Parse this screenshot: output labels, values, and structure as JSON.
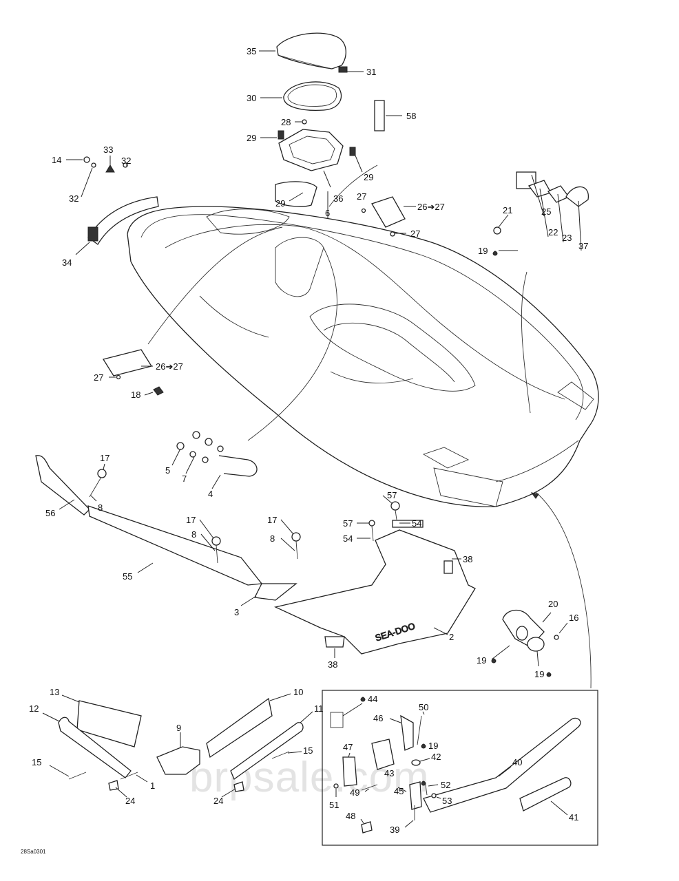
{
  "drawing_code": "28Sa0301",
  "watermark": "brpsale.com",
  "callouts": [
    {
      "id": "c35",
      "text": "35"
    },
    {
      "id": "c31",
      "text": "31"
    },
    {
      "id": "c30",
      "text": "30"
    },
    {
      "id": "c58",
      "text": "58"
    },
    {
      "id": "c28",
      "text": "28"
    },
    {
      "id": "c29a",
      "text": "29"
    },
    {
      "id": "c29b",
      "text": "29"
    },
    {
      "id": "c29c",
      "text": "29"
    },
    {
      "id": "c36",
      "text": "36"
    },
    {
      "id": "c33",
      "text": "33"
    },
    {
      "id": "c32a",
      "text": "32"
    },
    {
      "id": "c14",
      "text": "14"
    },
    {
      "id": "c32b",
      "text": "32"
    },
    {
      "id": "c34",
      "text": "34"
    },
    {
      "id": "c27a",
      "text": "27"
    },
    {
      "id": "c2627a",
      "text": "26➔27"
    },
    {
      "id": "c27b",
      "text": "27"
    },
    {
      "id": "c6",
      "text": "6"
    },
    {
      "id": "c21",
      "text": "21"
    },
    {
      "id": "c25",
      "text": "25"
    },
    {
      "id": "c22",
      "text": "22"
    },
    {
      "id": "c23",
      "text": "23"
    },
    {
      "id": "c37",
      "text": "37"
    },
    {
      "id": "c19a",
      "text": "19"
    },
    {
      "id": "c2627b",
      "text": "26➔27"
    },
    {
      "id": "c27c",
      "text": "27"
    },
    {
      "id": "c18",
      "text": "18"
    },
    {
      "id": "c5",
      "text": "5"
    },
    {
      "id": "c7",
      "text": "7"
    },
    {
      "id": "c4",
      "text": "4"
    },
    {
      "id": "c17a",
      "text": "17"
    },
    {
      "id": "c8a",
      "text": "8"
    },
    {
      "id": "c56",
      "text": "56"
    },
    {
      "id": "c57a",
      "text": "57"
    },
    {
      "id": "c54a",
      "text": "54"
    },
    {
      "id": "c57b",
      "text": "57"
    },
    {
      "id": "c54b",
      "text": "54"
    },
    {
      "id": "c17b",
      "text": "17"
    },
    {
      "id": "c8b",
      "text": "8"
    },
    {
      "id": "c17c",
      "text": "17"
    },
    {
      "id": "c8c",
      "text": "8"
    },
    {
      "id": "c38a",
      "text": "38"
    },
    {
      "id": "c55",
      "text": "55"
    },
    {
      "id": "c3",
      "text": "3"
    },
    {
      "id": "c2",
      "text": "2"
    },
    {
      "id": "c38b",
      "text": "38"
    },
    {
      "id": "c20",
      "text": "20"
    },
    {
      "id": "c16",
      "text": "16"
    },
    {
      "id": "c19b",
      "text": "19"
    },
    {
      "id": "c19c",
      "text": "19"
    },
    {
      "id": "c13",
      "text": "13"
    },
    {
      "id": "c12",
      "text": "12"
    },
    {
      "id": "c10",
      "text": "10"
    },
    {
      "id": "c11",
      "text": "11"
    },
    {
      "id": "c9",
      "text": "9"
    },
    {
      "id": "c15a",
      "text": "15"
    },
    {
      "id": "c15b",
      "text": "15"
    },
    {
      "id": "c1",
      "text": "1"
    },
    {
      "id": "c24a",
      "text": "24"
    },
    {
      "id": "c24b",
      "text": "24"
    },
    {
      "id": "c44",
      "text": "44"
    },
    {
      "id": "c50",
      "text": "50"
    },
    {
      "id": "c46",
      "text": "46"
    },
    {
      "id": "c19d",
      "text": "19"
    },
    {
      "id": "c47",
      "text": "47"
    },
    {
      "id": "c42",
      "text": "42"
    },
    {
      "id": "c43",
      "text": "43"
    },
    {
      "id": "c40",
      "text": "40"
    },
    {
      "id": "c52",
      "text": "52"
    },
    {
      "id": "c49",
      "text": "49"
    },
    {
      "id": "c53",
      "text": "53"
    },
    {
      "id": "c51",
      "text": "51"
    },
    {
      "id": "c45",
      "text": "45"
    },
    {
      "id": "c41",
      "text": "41"
    },
    {
      "id": "c48",
      "text": "48"
    },
    {
      "id": "c39",
      "text": "39"
    }
  ],
  "logo_text": "SEA-DOO"
}
